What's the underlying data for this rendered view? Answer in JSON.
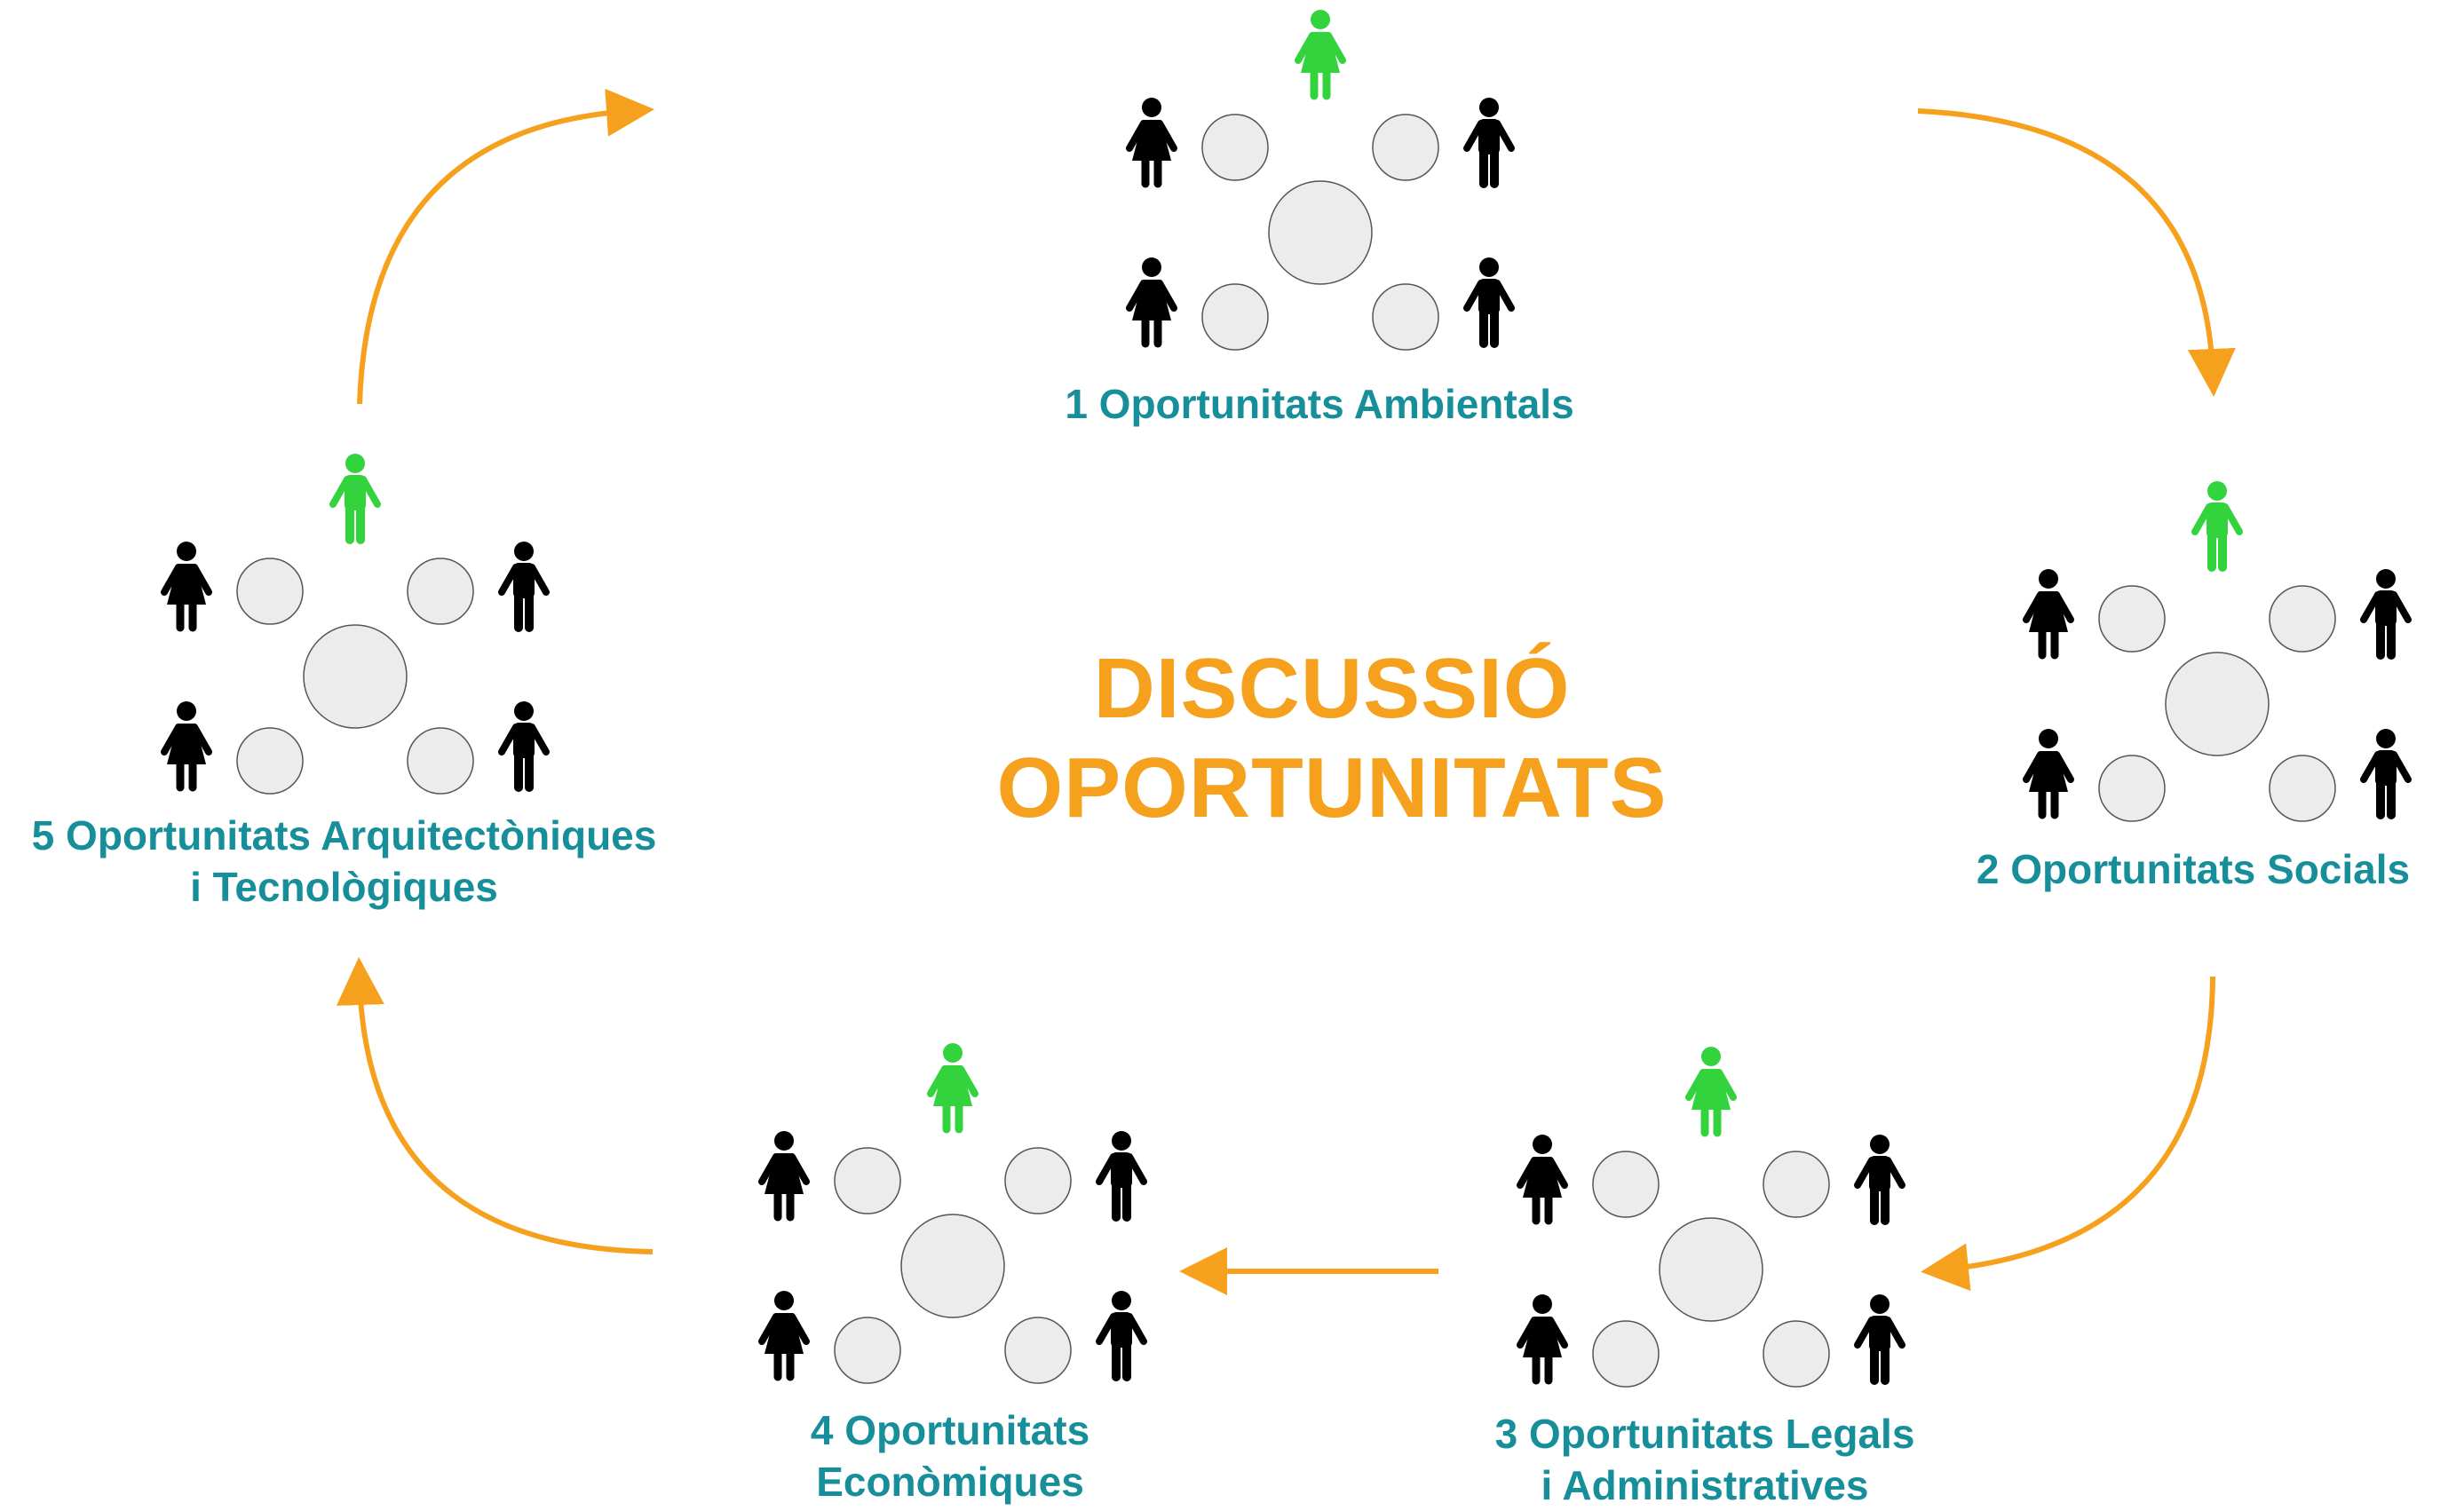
{
  "title": {
    "line1": "DISCUSSIÓ",
    "line2": "OPORTUNITATS"
  },
  "groups": [
    {
      "number": "1",
      "label_line1": "1 Oportunitats Ambientals",
      "label_line2": "",
      "facilitator": "female"
    },
    {
      "number": "2",
      "label_line1": "2 Oportunitats Socials",
      "label_line2": "",
      "facilitator": "male"
    },
    {
      "number": "3",
      "label_line1": "3 Oportunitats Legals",
      "label_line2": "i Administratives",
      "facilitator": "female"
    },
    {
      "number": "4",
      "label_line1": "4 Oportunitats",
      "label_line2": "Econòmiques",
      "facilitator": "female"
    },
    {
      "number": "5",
      "label_line1": "5 Oportunitats Arquitectòniques",
      "label_line2": "i Tecnològiques",
      "facilitator": "male"
    }
  ],
  "colors": {
    "title": "#f6a11d",
    "arrow": "#f6a11d",
    "label": "#178f9b",
    "facilitator": "#33d33d",
    "participant": "#000000",
    "table_fill": "#ececec",
    "table_stroke": "#555555"
  },
  "icons": {
    "facilitator": "person-icon-green",
    "participant": "person-icon-black",
    "table": "round-table-icon",
    "seat": "seat-circle-icon",
    "flow": "curved-arrow-icon"
  }
}
